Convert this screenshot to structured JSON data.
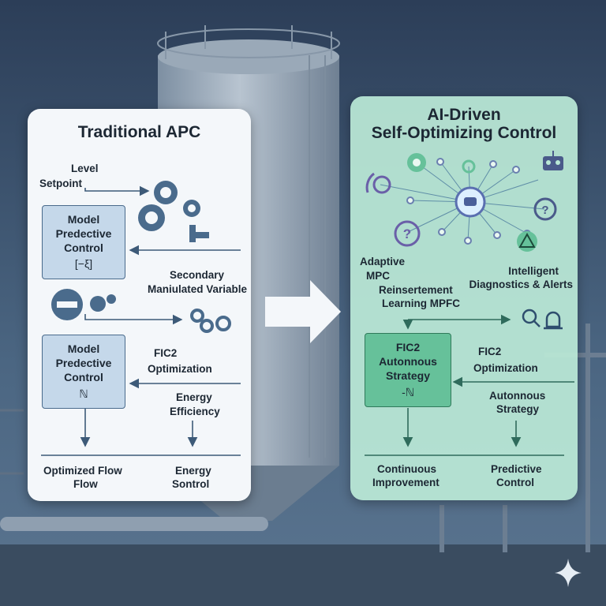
{
  "left": {
    "title": "Traditional APC",
    "level_setpoint": [
      "Level",
      "Setpoint"
    ],
    "box1": [
      "Model",
      "Predective",
      "Control",
      "[−ξ]"
    ],
    "secondary": [
      "Secondary",
      "Maniulated Variable"
    ],
    "box2": [
      "Model",
      "Predective",
      "Control",
      "ℕ"
    ],
    "fic2": [
      "FIC2",
      "Optimization"
    ],
    "energy": [
      "Energy",
      "Efficiency"
    ],
    "out1": [
      "Optimized Flow",
      "Flow"
    ],
    "out2": [
      "Energy",
      "Sontrol"
    ]
  },
  "right": {
    "title": [
      "AI-Driven",
      "Self-Optimizing Control"
    ],
    "adaptive": [
      "Adaptive",
      "MPC"
    ],
    "intelligent": [
      "Intelligent",
      "Diagnostics & Alerts"
    ],
    "reinforce": [
      "Reinsertement",
      "Learning MPFC"
    ],
    "box": [
      "FIC2",
      "Autonnous",
      "Strategy",
      "-ℕ"
    ],
    "fic2": [
      "FIC2",
      "Optimization"
    ],
    "auto": [
      "Autonnous",
      "Strategy"
    ],
    "out1": [
      "Continuous",
      "Improvement"
    ],
    "out2": [
      "Predictive",
      "Control"
    ]
  },
  "icons": {
    "gear": "gear-icon",
    "robot": "robot-icon",
    "brain": "brain-icon",
    "question": "question-icon",
    "warning": "warning-icon",
    "search": "search-icon",
    "alarm": "alarm-icon",
    "valve": "valve-icon",
    "pipe": "pipe-fitting-icon",
    "arrow": "right-arrow-icon",
    "sparkle": "sparkle-icon"
  },
  "colors": {
    "left_panel": "#f4f7fa",
    "right_panel": "#bae8d6",
    "accent_green": "#66c19a",
    "accent_blue": "#c5d8ea",
    "arrow": "#3d5a78"
  }
}
